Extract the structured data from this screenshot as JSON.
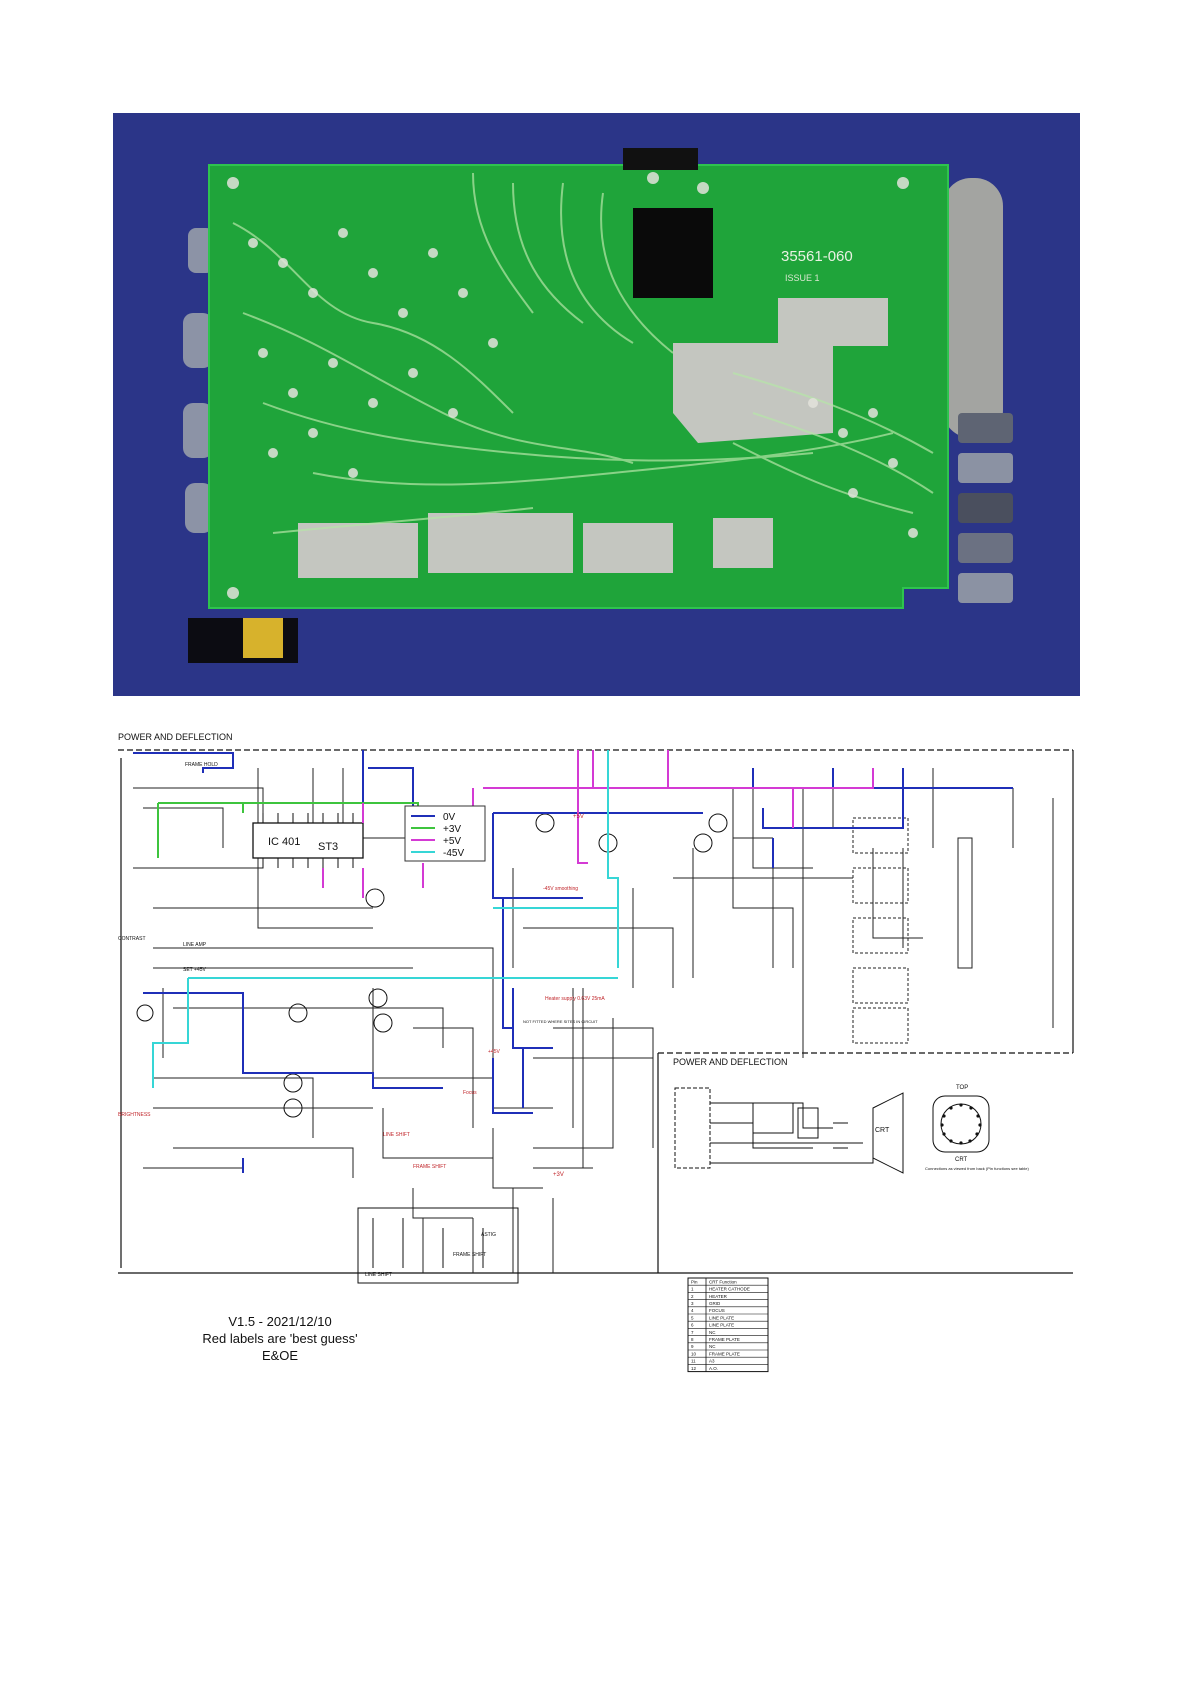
{
  "photo": {
    "board_marking": "35561-060",
    "board_issue": "ISSUE 1"
  },
  "schematic": {
    "title": "POWER AND DEFLECTION",
    "inset_title": "POWER AND DEFLECTION",
    "ic_label": "IC 401",
    "ic_part": "ST3",
    "legend": [
      {
        "label": "0V",
        "color": "#1f2fb8"
      },
      {
        "label": "+3V",
        "color": "#3ec43e"
      },
      {
        "label": "+5V",
        "color": "#d43ad4"
      },
      {
        "label": "-45V",
        "color": "#36d6d6"
      }
    ],
    "labels": {
      "frame_hold": "FRAME HOLD",
      "frame_shift": "FRAME SHIFT",
      "line_shift": "LINE SHIFT",
      "astig": "ASTIG",
      "focus": "Focus",
      "contrast": "CONTRAST",
      "brightness": "BRIGHTNESS",
      "line_amp": "LINE AMP",
      "set_45v": "SET +45V",
      "minus45v_smoothing": "-45V smoothing",
      "heater_supply": "Heater supply 0.63V 25mA",
      "crt": "CRT",
      "top": "TOP",
      "crt_bottom": "CRT",
      "crt_note": "Connections as viewed from back (Pin functions see table)",
      "not_fitted_note": "NOT FITTED WHERE SITES IN CIRCUIT",
      "plus3v": "+3V",
      "plus5v": "+5V",
      "plus45v": "+45V"
    },
    "pin_table": {
      "headers": [
        "Pin",
        "CRT Function"
      ],
      "rows": [
        [
          "1",
          "HEATER CATHODE"
        ],
        [
          "2",
          "HEATER"
        ],
        [
          "3",
          "GRID"
        ],
        [
          "4",
          "FOCUS"
        ],
        [
          "5",
          "LINE PLATE"
        ],
        [
          "6",
          "LINE PLATE"
        ],
        [
          "7",
          "NC"
        ],
        [
          "8",
          "FRAME PLATE"
        ],
        [
          "9",
          "NC"
        ],
        [
          "10",
          "FRAME PLATE"
        ],
        [
          "11",
          "A3"
        ],
        [
          "12",
          "A.O."
        ]
      ]
    },
    "footnote": {
      "version": "V1.5 - 2021/12/10",
      "red_labels": "Red labels are 'best guess'",
      "eoe": "E&OE"
    }
  }
}
